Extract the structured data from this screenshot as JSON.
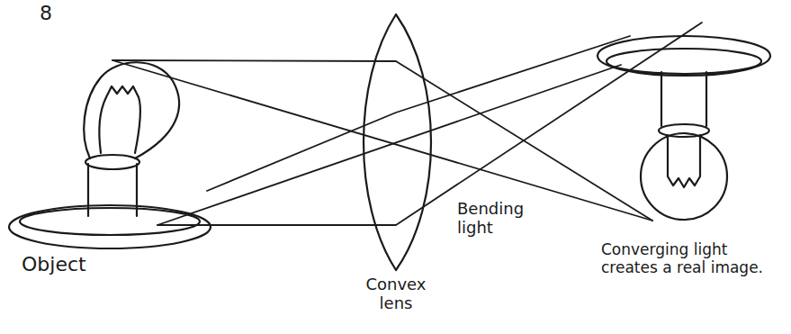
{
  "diagram": {
    "labels": [
      "8",
      "Object",
      "Convex lens",
      "Bending light",
      "Converging light creates a real image."
    ]
  }
}
